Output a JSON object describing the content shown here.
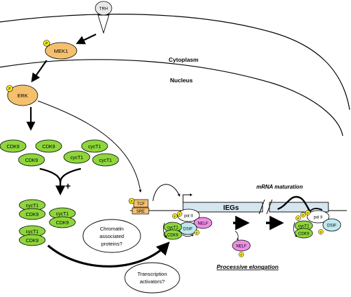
{
  "compartments": {
    "cytoplasm": "Cytoplasm",
    "nucleus": "Nucleus"
  },
  "receptor": {
    "trh": "TRH"
  },
  "kinases": {
    "mek1": "MEK1",
    "erk": "ERK",
    "phospho": "P"
  },
  "free_pool": {
    "cdk9": [
      "CDK9",
      "CDK9",
      "CDK9"
    ],
    "cyct1": [
      "cycT1",
      "cycT1",
      "cycT1"
    ]
  },
  "plus_sign": "+",
  "complexes": {
    "cyct1": [
      "cycT1",
      "cycT1",
      "cycT1"
    ],
    "cdk9": [
      "CDK9",
      "CDK9",
      "CDK9"
    ]
  },
  "promoter": {
    "tcf": "TCF",
    "sre": "SRE"
  },
  "gene": {
    "label": "IEGs"
  },
  "paused": {
    "pol": "pol II",
    "nelf": "NELF",
    "dsif": "DSIF",
    "cyct1": "cycT1",
    "cdk9": "CDK9",
    "phospho": "P"
  },
  "released_nelf": "NELF",
  "elongating": {
    "pol": "pol II",
    "dsif": "DSIF",
    "cyct1": "cycT1",
    "cdk9": "CDK9",
    "phospho": "P"
  },
  "mrna_label": "mRNA maturation",
  "processive_label": "Processive elongation",
  "bubbles": {
    "chromatin": [
      "Chromatin",
      "associated",
      "proteins?"
    ],
    "activators": [
      "Transcription",
      "activators?"
    ]
  }
}
